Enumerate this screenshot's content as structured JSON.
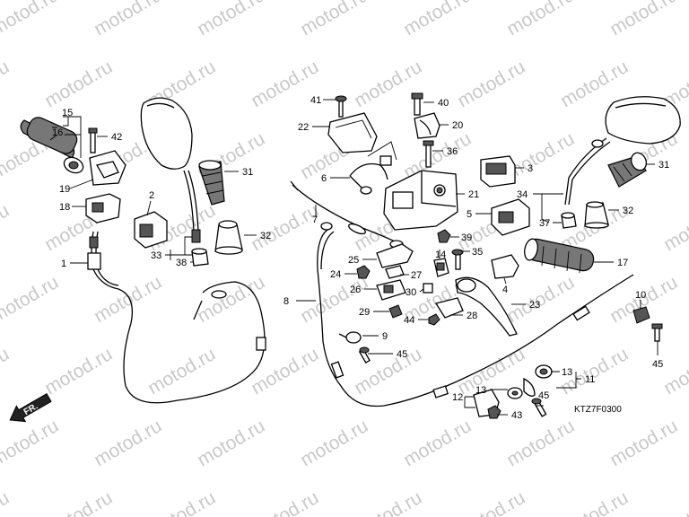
{
  "diagram_code": "KTZ7F0300",
  "direction_label": "FR.",
  "watermark": "motod.ru",
  "labels": {
    "n1": "1",
    "n2": "2",
    "n3": "3",
    "n4": "4",
    "n5": "5",
    "n6": "6",
    "n7": "7",
    "n8": "8",
    "n9": "9",
    "n10": "10",
    "n11": "11",
    "n12": "12",
    "n13a": "13",
    "n13b": "13",
    "n14": "14",
    "n15": "15",
    "n16": "16",
    "n17": "17",
    "n18": "18",
    "n19": "19",
    "n20": "20",
    "n21": "21",
    "n22": "22",
    "n23": "23",
    "n24": "24",
    "n25": "25",
    "n26": "26",
    "n27": "27",
    "n28": "28",
    "n29": "29",
    "n30": "30",
    "n31a": "31",
    "n31b": "31",
    "n32a": "32",
    "n32b": "32",
    "n33": "33",
    "n34": "34",
    "n35": "35",
    "n36": "36",
    "n37": "37",
    "n38": "38",
    "n39": "39",
    "n40": "40",
    "n41": "41",
    "n42": "42",
    "n43": "43",
    "n44": "44",
    "n45a": "45",
    "n45b": "45",
    "n45c": "45"
  }
}
